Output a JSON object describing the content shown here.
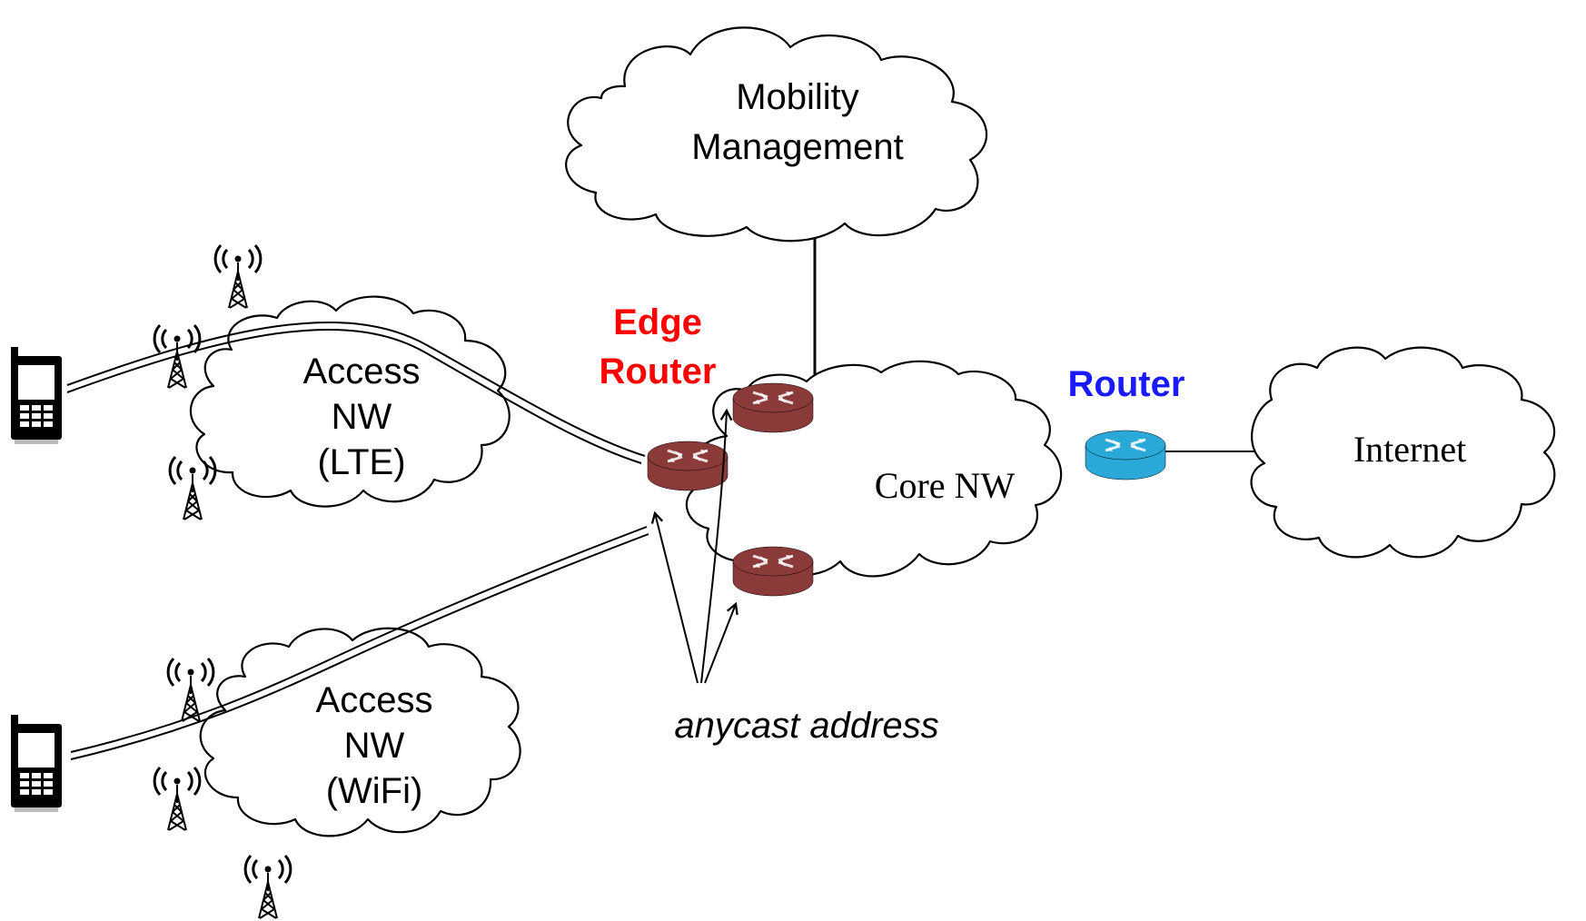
{
  "clouds": {
    "mobility": {
      "line1": "Mobility",
      "line2": "Management"
    },
    "access_lte": {
      "line1": "Access",
      "line2": "NW",
      "line3": "(LTE)"
    },
    "access_wifi": {
      "line1": "Access",
      "line2": "NW",
      "line3": "(WiFi)"
    },
    "core": {
      "label": "Core NW"
    },
    "internet": {
      "label": "Internet"
    }
  },
  "labels": {
    "edge_router_line1": "Edge",
    "edge_router_line2": "Router",
    "router": "Router",
    "anycast": "anycast address"
  },
  "colors": {
    "edge_router_text": "#ff0000",
    "router_text": "#1a1aff",
    "edge_router_body": "#8b3a3a",
    "core_router_body": "#2aa8d8"
  },
  "icons": [
    "mobile-phone-icon",
    "antenna-tower-icon",
    "router-icon"
  ]
}
